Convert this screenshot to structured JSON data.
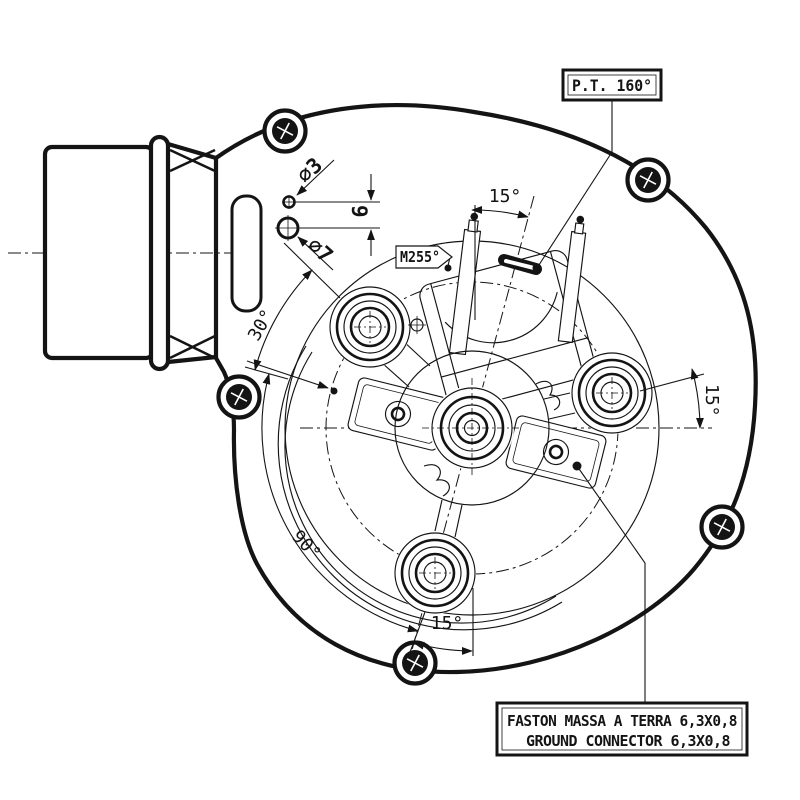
{
  "drawing_title": "centrifugal-blower-technical-drawing",
  "labels": {
    "thermal_protector": "P.T. 160°",
    "mounting_mark": "M255°",
    "ground_line1": "FASTON MASSA A TERRA 6,3X0,8",
    "ground_line2": "GROUND  CONNECTOR 6,3X0,8"
  },
  "dimensions": {
    "small_hole_dia": "⌀3",
    "large_hole_dia": "⌀7",
    "hole_spacing": "9",
    "angle_top": "15°",
    "angle_right": "15°",
    "angle_bottom": "15°",
    "angle_upper_left": "30°",
    "angle_lower_left": "90°"
  },
  "colors": {
    "ink": "#141414",
    "paper": "#ffffff"
  }
}
